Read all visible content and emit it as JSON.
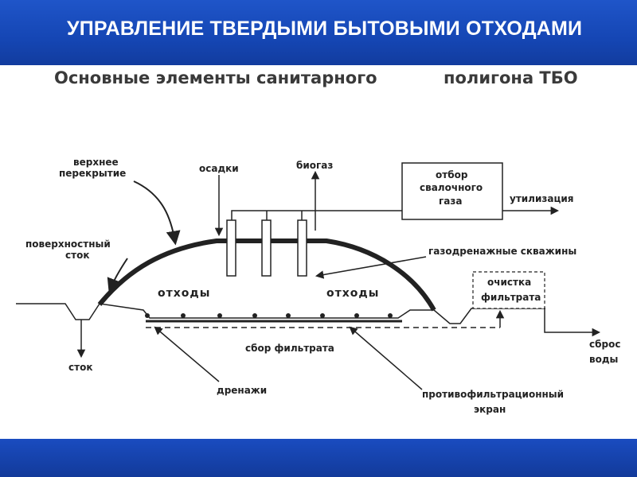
{
  "header": {
    "title": "УПРАВЛЕНИЕ ТВЕРДЫМИ БЫТОВЫМИ ОТХОДАМИ"
  },
  "diagram": {
    "title_part1": "Основные элементы санитарного",
    "title_part2": "полигона ТБО",
    "labels": {
      "top_cover_line1": "верхнее",
      "top_cover_line2": "перекрытие",
      "precipitation": "осадки",
      "biogas": "биогаз",
      "gas_extraction_line1": "отбор",
      "gas_extraction_line2": "свалочного",
      "gas_extraction_line3": "газа",
      "utilization": "утилизация",
      "surface_runoff_line1": "поверхностный",
      "surface_runoff_line2": "сток",
      "gas_wells": "газодренажные скважины",
      "waste_left": "отходы",
      "waste_right": "отходы",
      "leachate_treatment_line1": "очистка",
      "leachate_treatment_line2": "фильтрата",
      "runoff": "сток",
      "leachate_collection": "сбор фильтрата",
      "water_discharge_line1": "сброс",
      "water_discharge_line2": "воды",
      "drains": "дренажи",
      "liner_line1": "противофильтрационный",
      "liner_line2": "экран"
    }
  },
  "colors": {
    "header_blue": "#1f55c9",
    "footer_blue": "#1a4cc0",
    "ink": "#222222"
  }
}
